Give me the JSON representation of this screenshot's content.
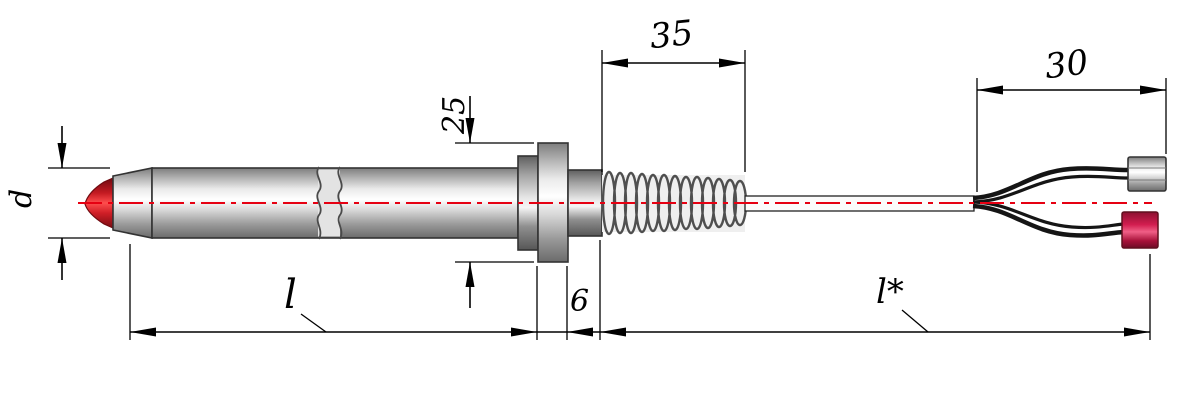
{
  "dimensions": {
    "spring_length": "35",
    "lead_length": "30",
    "flange_diameter": "25",
    "flange_width": "6",
    "probe_length": "l",
    "mount_length": "l*",
    "probe_diameter": "d"
  },
  "colors": {
    "centerline": "#e60012",
    "probe_tip": "#c41a22",
    "terminal_red": "#c2174a",
    "line": "#000000"
  }
}
